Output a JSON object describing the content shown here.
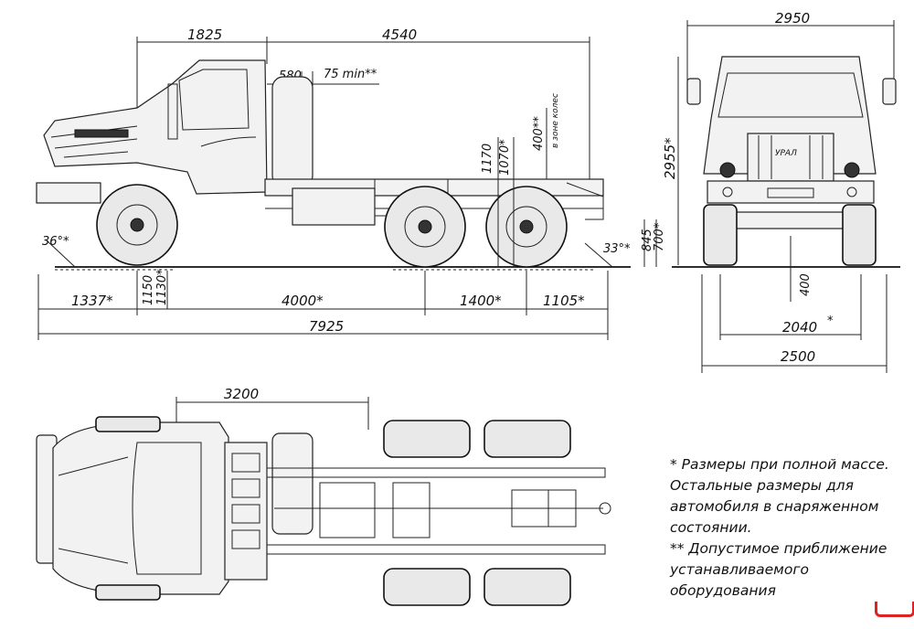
{
  "diagram": {
    "side_view": {
      "dims": {
        "front_to_cab": "1825",
        "cab_to_rear": "4540",
        "gap_580": "580",
        "gap_75": "75 min**",
        "frame_1170": "1170",
        "frame_1070": "1070*",
        "zone_400": "400**",
        "zone_note": "в зоне колес",
        "approach_angle": "36°*",
        "departure_angle": "33°*",
        "height_845": "845",
        "height_700": "700*",
        "front_overhang": "1337*",
        "ground_1150": "1150",
        "ground_1130": "1130*",
        "wheelbase": "4000*",
        "bogie": "1400*",
        "rear_overhang": "1105*",
        "total_length": "7925"
      }
    },
    "front_view": {
      "dims": {
        "width_top": "2950",
        "height_total": "2955*",
        "clearance": "400",
        "track": "2040",
        "track_star": "*",
        "width_total": "2500"
      },
      "grille_badge": "УРАЛ"
    },
    "top_view": {
      "dims": {
        "length_3200": "3200"
      }
    },
    "notes": [
      "* Размеры при полной массе. Остальные размеры для автомобиля в снаряженном состоянии.",
      "** Допустимое приближение устанавливаемого оборудования"
    ],
    "colors": {
      "line": "#222222",
      "mark": "#dd2222"
    }
  }
}
